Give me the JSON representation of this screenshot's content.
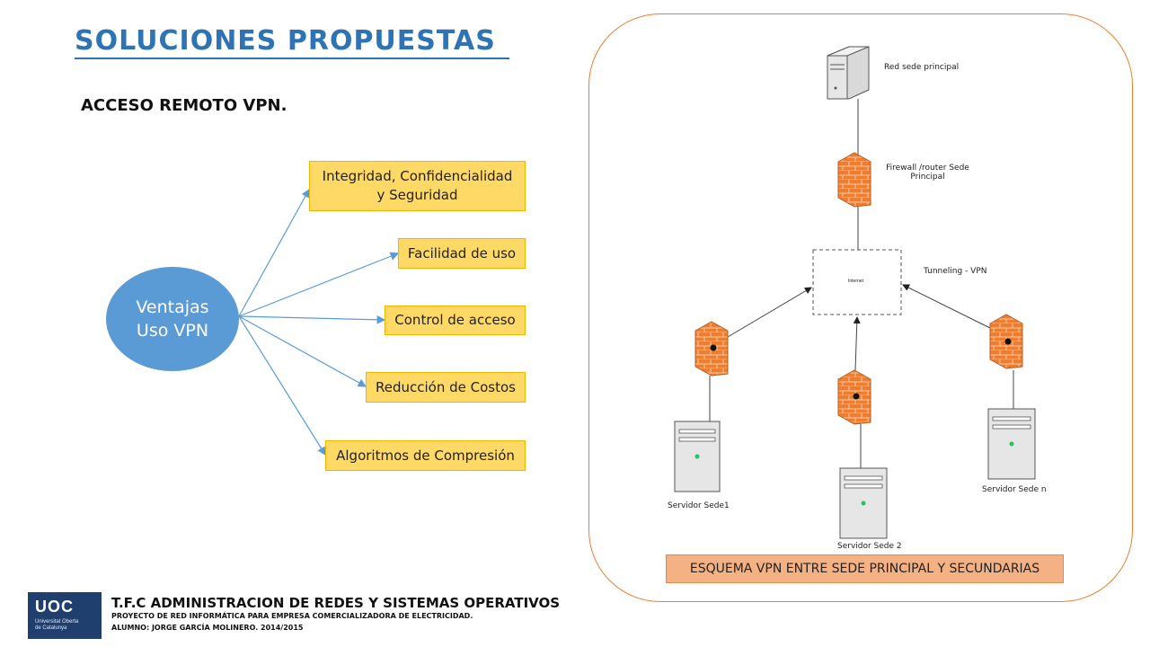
{
  "header": {
    "title": "SOLUCIONES PROPUESTAS",
    "subtitle": "ACCESO REMOTO VPN."
  },
  "mindmap": {
    "center_line1": "Ventajas",
    "center_line2": "Uso VPN",
    "items": [
      {
        "line1": "Integridad, Confidencialidad",
        "line2": "y Seguridad"
      },
      {
        "line1": "Facilidad de uso",
        "line2": ""
      },
      {
        "line1": "Control de acceso",
        "line2": ""
      },
      {
        "line1": "Reducción de Costos",
        "line2": ""
      },
      {
        "line1": "Algoritmos de Compresión",
        "line2": ""
      }
    ]
  },
  "network": {
    "main_server_label": "Red sede principal",
    "firewall_main_label_1": "Firewall /router Sede",
    "firewall_main_label_2": "Principal",
    "internet_label": "Internet",
    "tunnel_label": "Tunneling - VPN",
    "server1_label": "Servidor Sede1",
    "server2_label": "Servidor Sede 2",
    "servern_label": "Servidor Sede n",
    "caption": "ESQUEMA VPN ENTRE SEDE PRINCIPAL Y SECUNDARIAS"
  },
  "footer": {
    "logo_text": "UOC",
    "logo_sub_1": "Universitat Oberta",
    "logo_sub_2": "de Catalunya",
    "title": "T.F.C ADMINISTRACION DE REDES Y SISTEMAS OPERATIVOS",
    "line1": "PROYECTO DE RED INFORMÁTICA PARA EMPRESA COMERCIALIZADORA DE ELECTRICIDAD.",
    "line2": "ALUMNO: JORGE GARCÍA MOLINERO. 2014/2015"
  },
  "colors": {
    "title_blue": "#2e74b5",
    "ellipse": "#5b9bd5",
    "box_fill": "#ffd966",
    "frame": "#ed7d31",
    "caption_fill": "#f4b183",
    "firewall": "#ed7d31"
  }
}
